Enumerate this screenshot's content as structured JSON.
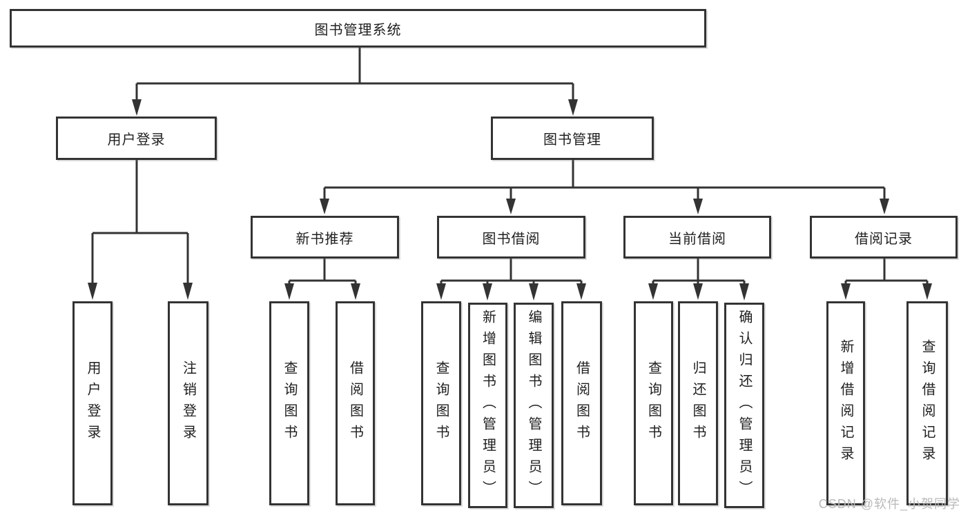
{
  "diagram": {
    "root": {
      "label": "图书管理系统"
    },
    "branches": [
      {
        "label": "用户登录"
      },
      {
        "label": "图书管理"
      }
    ],
    "modules": [
      {
        "label": "新书推荐"
      },
      {
        "label": "图书借阅"
      },
      {
        "label": "当前借阅"
      },
      {
        "label": "借阅记录"
      }
    ],
    "functions": [
      {
        "label": "用户登录"
      },
      {
        "label": "注销登录"
      },
      {
        "label": "查询图书"
      },
      {
        "label": "借阅图书"
      },
      {
        "label": "查询图书"
      },
      {
        "label": "新增图书（管理员）"
      },
      {
        "label": "编辑图书（管理员）"
      },
      {
        "label": "借阅图书"
      },
      {
        "label": "查询图书"
      },
      {
        "label": "归还图书"
      },
      {
        "label": "确认归还（管理员）"
      },
      {
        "label": "新增借阅记录"
      },
      {
        "label": "查询借阅记录"
      }
    ]
  },
  "watermark": {
    "text": "CSDN @软件_小贺同学"
  },
  "colors": {
    "line": "#333333",
    "text": "#1f1f1f",
    "watermark": "#b9b9b9",
    "background": "#ffffff"
  }
}
